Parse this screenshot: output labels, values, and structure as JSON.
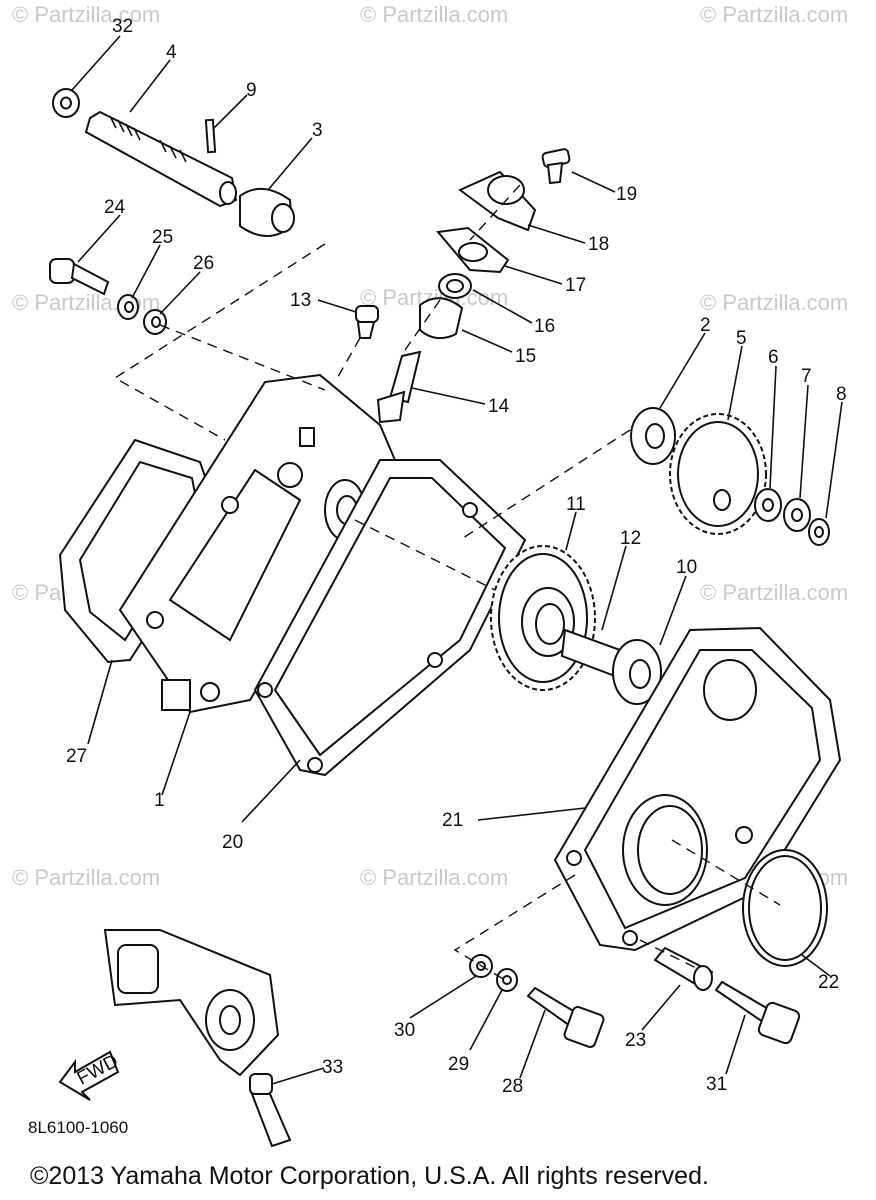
{
  "watermarks": {
    "corner": "© Partzilla.com",
    "center": "© Partzilla.com"
  },
  "callouts": [
    "32",
    "4",
    "9",
    "3",
    "24",
    "25",
    "26",
    "19",
    "18",
    "17",
    "13",
    "16",
    "15",
    "14",
    "2",
    "5",
    "6",
    "7",
    "8",
    "11",
    "12",
    "10",
    "27",
    "1",
    "20",
    "21",
    "22",
    "30",
    "29",
    "28",
    "23",
    "31",
    "33"
  ],
  "fwd_label": "FWD",
  "diagram_code": "8L6100-1060",
  "copyright": "©2013 Yamaha Motor Corporation, U.S.A. All rights reserved."
}
